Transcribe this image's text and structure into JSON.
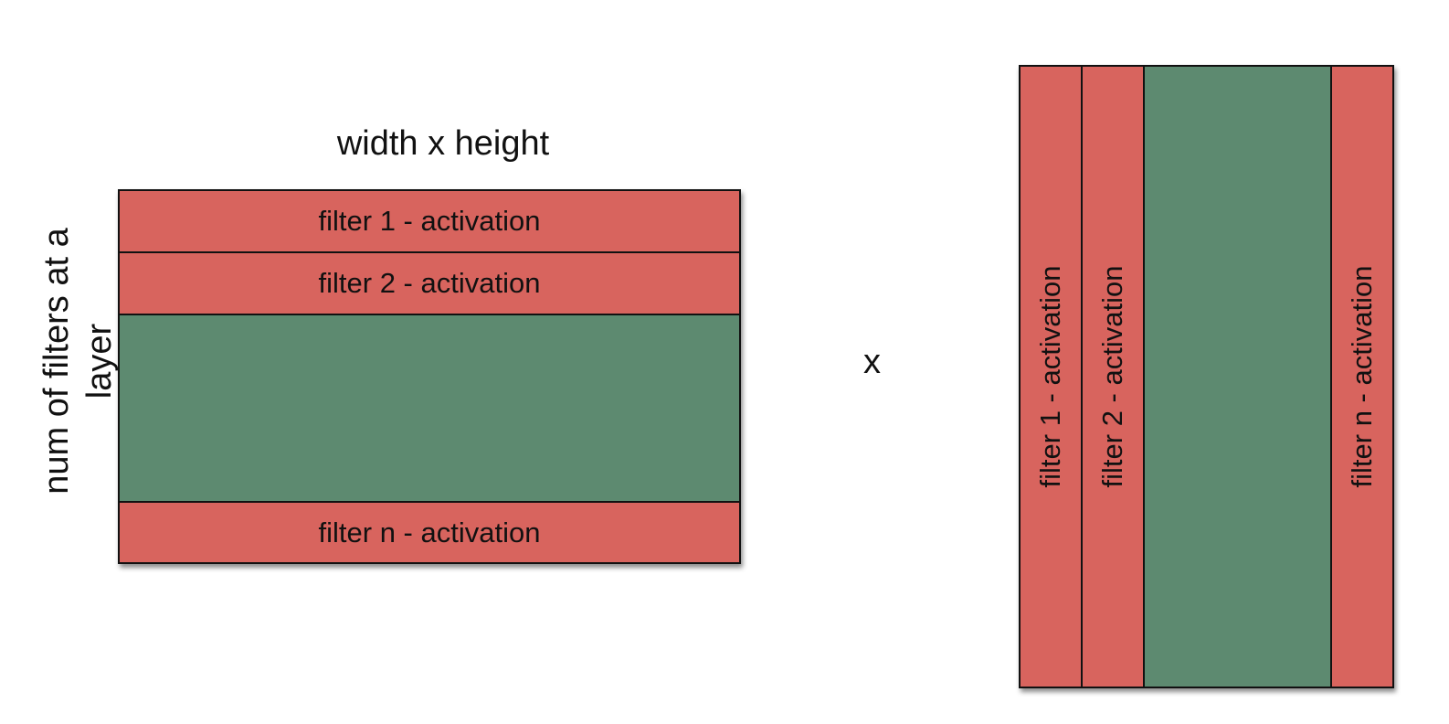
{
  "top_label": "width x height",
  "side_label": "num of filters at a layer",
  "operator": "x",
  "left_matrix": {
    "rows": [
      "filter 1 - activation",
      "filter 2 - activation",
      "filter n - activation"
    ]
  },
  "right_matrix": {
    "columns": [
      "filter 1 - activation",
      "filter 2 - activation",
      "filter n - activation"
    ]
  },
  "colors": {
    "activation_cell": "#d8645e",
    "filler_region": "#5d8a70",
    "border": "#111111"
  }
}
